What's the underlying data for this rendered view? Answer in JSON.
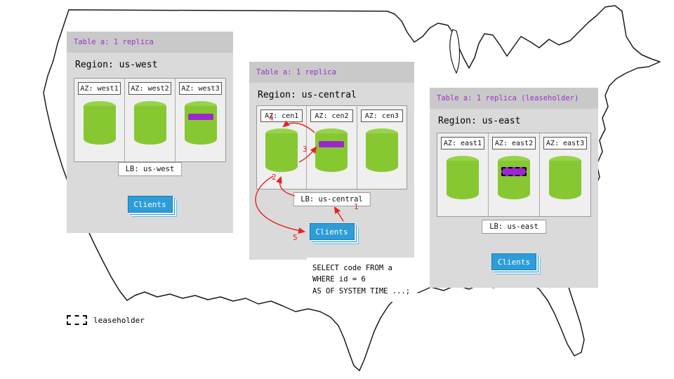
{
  "panels": [
    {
      "table_label": "Table a: 1 replica",
      "region_label": "Region: us-west",
      "azs": [
        {
          "label": "AZ: west1"
        },
        {
          "label": "AZ: west2"
        },
        {
          "label": "AZ: west3"
        }
      ],
      "lb_label": "LB: us-west",
      "clients_label": "Clients"
    },
    {
      "table_label": "Table a: 1 replica",
      "region_label": "Region: us-central",
      "azs": [
        {
          "label": "AZ: cen1"
        },
        {
          "label": "AZ: cen2"
        },
        {
          "label": "AZ: cen3"
        }
      ],
      "lb_label": "LB: us-central",
      "clients_label": "Clients"
    },
    {
      "table_label": "Table a: 1 replica (leaseholder)",
      "region_label": "Region: us-east",
      "azs": [
        {
          "label": "AZ: east1"
        },
        {
          "label": "AZ: east2"
        },
        {
          "label": "AZ: east3"
        }
      ],
      "lb_label": "LB: us-east",
      "clients_label": "Clients"
    }
  ],
  "sql": {
    "lines": [
      "SELECT code FROM a",
      "WHERE id = 6",
      "AS OF SYSTEM TIME ...;"
    ]
  },
  "arrows": {
    "steps": [
      "1",
      "2",
      "3",
      "4",
      "5"
    ]
  },
  "legend": {
    "label": "leaseholder"
  },
  "colors": {
    "replica_green": "#87c832",
    "range_purple": "#9c27ce",
    "clients_blue": "#2d9dd9",
    "arrow_red": "#e8221f",
    "table_label_purple": "#9933cc",
    "panel_gray": "#dadada"
  }
}
